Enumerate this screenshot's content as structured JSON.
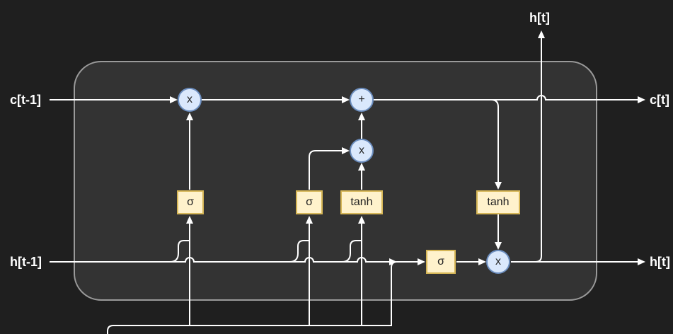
{
  "labels": {
    "c_prev": "c[t-1]",
    "c_next": "c[t]",
    "h_prev": "h[t-1]",
    "h_next": "h[t]",
    "h_out_top": "h[t]"
  },
  "ops": {
    "forget_multiply": "x",
    "cell_add": "+",
    "input_multiply": "x",
    "output_multiply": "x"
  },
  "gates": {
    "forget_gate": "σ",
    "input_gate": "σ",
    "candidate": "tanh",
    "cell_tanh": "tanh",
    "output_gate": "σ"
  },
  "colors": {
    "background": "#1f1f1f",
    "cell_fill": "#333333",
    "cell_border": "#9a9a9a",
    "wire": "#ffffff",
    "op_fill": "#dae8fc",
    "op_border": "#6c8ebf",
    "gate_fill": "#fff2cc",
    "gate_border": "#d6b656"
  }
}
